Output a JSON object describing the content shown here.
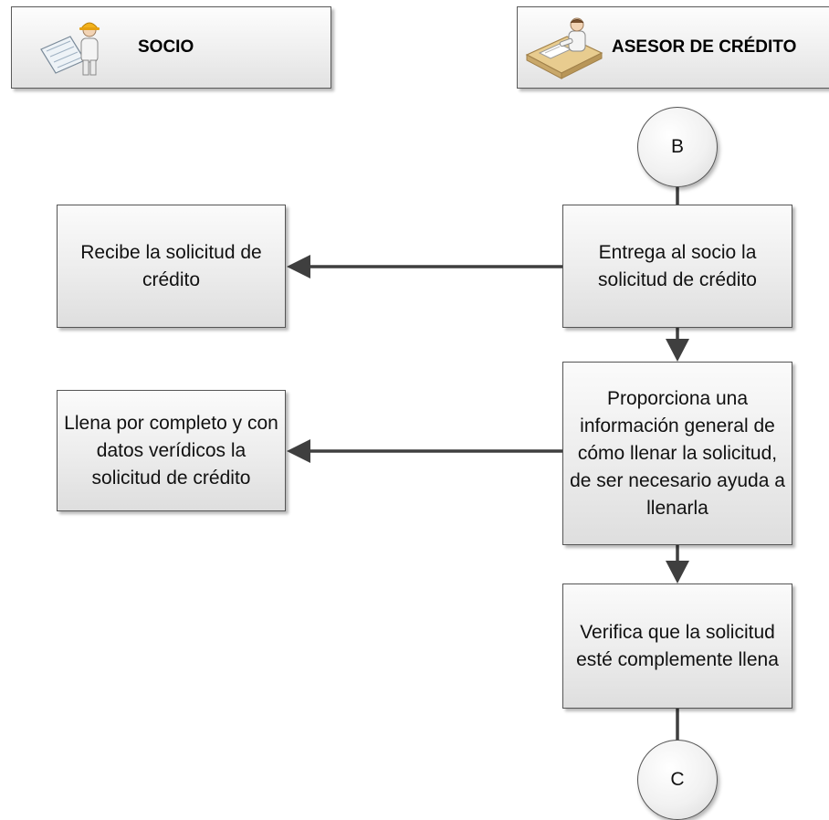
{
  "lanes": {
    "socio": {
      "title": "SOCIO",
      "icon": "worker-with-blueprint-icon"
    },
    "asesor": {
      "title": "ASESOR DE CRÉDITO",
      "icon": "person-at-desk-icon"
    }
  },
  "connectors": {
    "start": "B",
    "end": "C"
  },
  "steps": {
    "entrega": "Entrega al socio la solicitud de crédito",
    "recibe": "Recibe la solicitud de crédito",
    "proporciona": "Proporciona una información general de cómo llenar la solicitud, de ser necesario ayuda a llenarla",
    "llena": "Llena por completo y con datos verídicos la solicitud de crédito",
    "verifica": "Verifica que la solicitud esté complemente llena"
  },
  "colors": {
    "line": "#3f3f3f",
    "border": "#555555"
  }
}
